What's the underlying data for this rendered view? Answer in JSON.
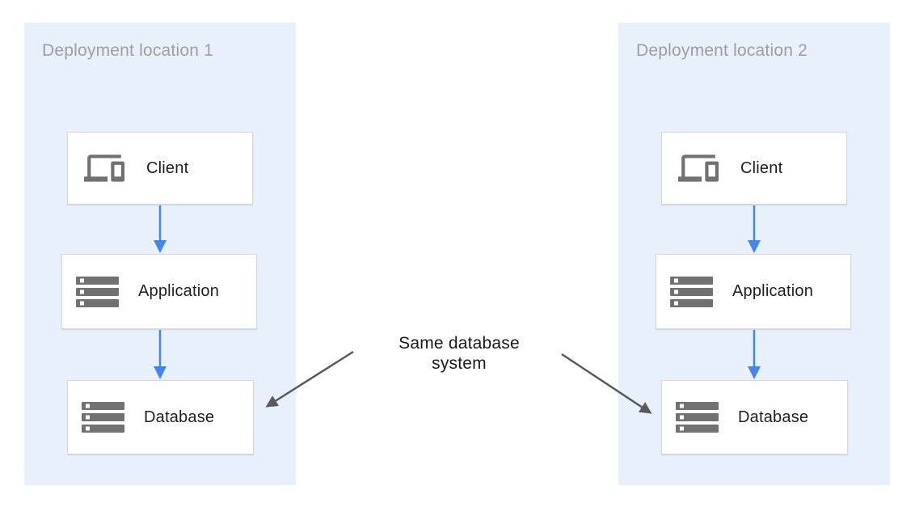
{
  "diagram": {
    "panels": [
      {
        "title": "Deployment location 1",
        "nodes": [
          {
            "label": "Client",
            "icon": "devices-icon"
          },
          {
            "label": "Application",
            "icon": "server-stack-icon"
          },
          {
            "label": "Database",
            "icon": "server-stack-icon"
          }
        ]
      },
      {
        "title": "Deployment location 2",
        "nodes": [
          {
            "label": "Client",
            "icon": "devices-icon"
          },
          {
            "label": "Application",
            "icon": "server-stack-icon"
          },
          {
            "label": "Database",
            "icon": "server-stack-icon"
          }
        ]
      }
    ],
    "annotation": {
      "text": "Same database\nsystem"
    },
    "edges": [
      {
        "panel": "Deployment location 1",
        "from": "Client",
        "to": "Application",
        "style": "blue-arrow"
      },
      {
        "panel": "Deployment location 1",
        "from": "Application",
        "to": "Database",
        "style": "blue-arrow"
      },
      {
        "panel": "Deployment location 2",
        "from": "Client",
        "to": "Application",
        "style": "blue-arrow"
      },
      {
        "panel": "Deployment location 2",
        "from": "Application",
        "to": "Database",
        "style": "blue-arrow"
      },
      {
        "from": "Same database system",
        "to": "Database (location 1)",
        "style": "gray-arrow"
      },
      {
        "from": "Same database system",
        "to": "Database (location 2)",
        "style": "gray-arrow"
      }
    ],
    "colors": {
      "panel_background": "#e8f1fb",
      "node_background": "#ffffff",
      "node_border": "#d8d8d8",
      "icon_gray": "#717171",
      "flow_arrow_blue": "#4285f4",
      "annotation_arrow_gray": "#595a5c",
      "panel_title_text": "#9a9fa5",
      "node_label_text": "#1f1f1f",
      "annotation_text": "#1a1a1a"
    }
  }
}
